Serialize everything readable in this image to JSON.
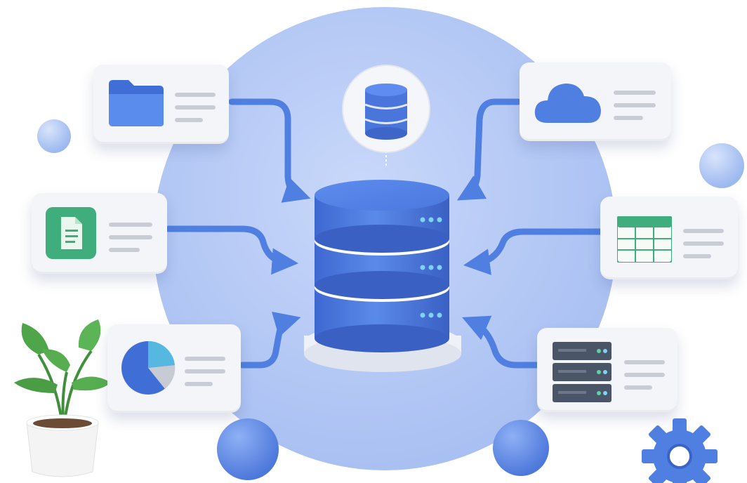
{
  "scene": {
    "description_free": true,
    "central": {
      "icon": "database-icon",
      "tiers": 3,
      "tier_indicator_dots": 3
    },
    "top_badge": {
      "icon": "database-icon"
    },
    "sources": [
      {
        "id": "folder",
        "icon": "folder-icon",
        "side": "left"
      },
      {
        "id": "document",
        "icon": "document-icon",
        "side": "left"
      },
      {
        "id": "pie-chart",
        "icon": "pie-chart-icon",
        "side": "left"
      },
      {
        "id": "cloud",
        "icon": "cloud-icon",
        "side": "right"
      },
      {
        "id": "spreadsheet",
        "icon": "spreadsheet-icon",
        "side": "right"
      },
      {
        "id": "server-rack",
        "icon": "server-rack-icon",
        "side": "right"
      }
    ],
    "decor": [
      "plant-icon",
      "gear-icon",
      "sphere",
      "sphere",
      "sphere",
      "sphere"
    ]
  },
  "colors": {
    "primary_blue": "#4f7fe0",
    "dark_blue": "#3b64c9",
    "backdrop": "#b9cdf7",
    "card": "#f4f5f8",
    "green_doc": "#3fae7c",
    "sky_blue": "#56b8e0",
    "server_gray": "#4a5567",
    "plant_green": "#4fa64a"
  }
}
